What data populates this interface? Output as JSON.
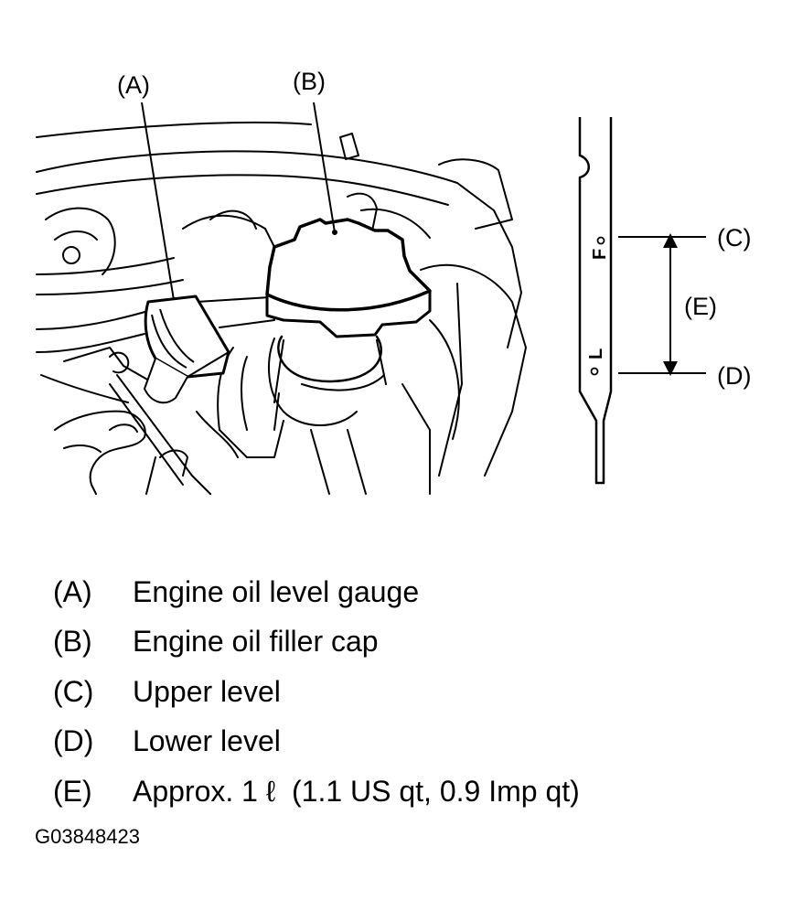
{
  "callouts": {
    "a": "(A)",
    "b": "(B)",
    "c": "(C)",
    "d": "(D)",
    "e": "(E)"
  },
  "dipstick_marks": {
    "upper": "F",
    "lower": "L"
  },
  "legend": [
    {
      "key": "(A)",
      "text": "Engine oil level gauge"
    },
    {
      "key": "(B)",
      "text": "Engine oil filler cap"
    },
    {
      "key": "(C)",
      "text": "Upper level"
    },
    {
      "key": "(D)",
      "text": "Lower level"
    },
    {
      "key": "(E)",
      "text": "Approx. 1 ℓ  (1.1 US qt, 0.9 Imp qt)"
    }
  ],
  "figure_code": "G03848423",
  "colors": {
    "line": "#000000",
    "background": "#ffffff"
  }
}
